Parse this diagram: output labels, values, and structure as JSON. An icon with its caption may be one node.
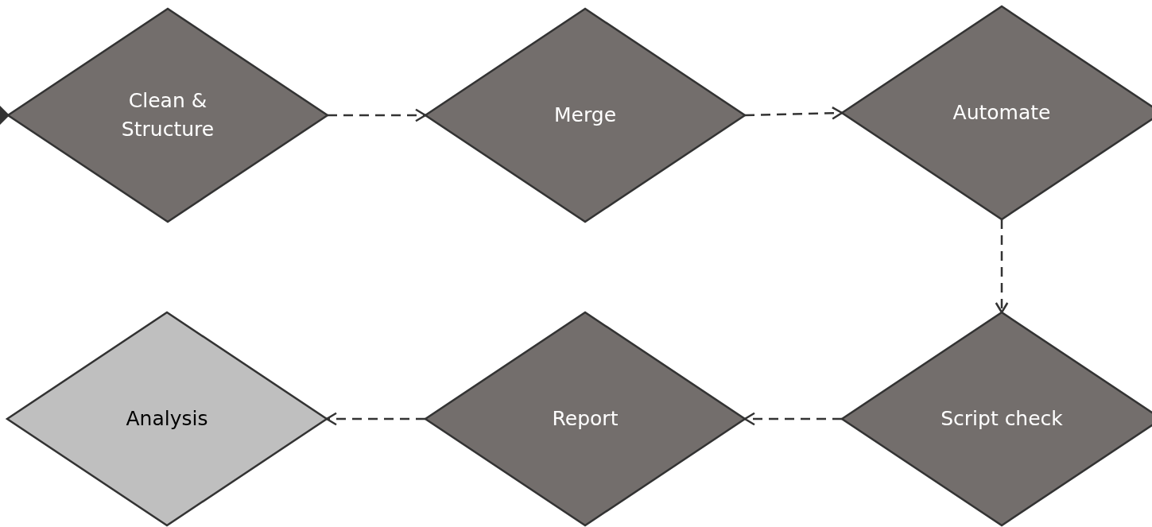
{
  "diagram": {
    "nodes": [
      {
        "text": [
          "Clean & Structure"
        ]
      },
      {
        "text": [
          "Merge"
        ]
      },
      {
        "text": [
          "Automate"
        ]
      },
      {
        "text": [
          "Analysis"
        ]
      },
      {
        "text": [
          "Report"
        ]
      },
      {
        "text": [
          "Script check"
        ]
      }
    ],
    "edges": [
      {
        "from": 0,
        "to": 1,
        "arrow": "to",
        "style": "dashed"
      },
      {
        "from": 1,
        "to": 2,
        "arrow": "to",
        "style": "dashed"
      },
      {
        "from": 2,
        "to": 5,
        "arrow": "to",
        "style": "dashed"
      },
      {
        "from": 5,
        "to": 4,
        "arrow": "to",
        "style": "dashed"
      },
      {
        "from": 4,
        "to": 3,
        "arrow": "to",
        "style": "dashed"
      }
    ]
  }
}
